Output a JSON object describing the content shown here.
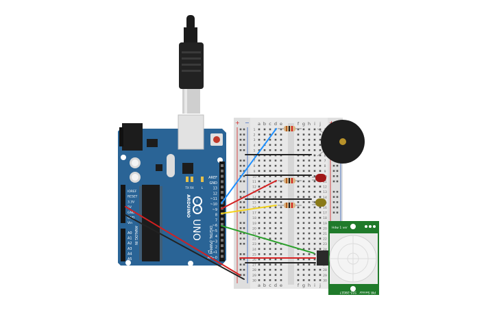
{
  "arduino": {
    "brand": "ARDUINO",
    "model": "UNO",
    "digital_header": "DIGITAL (PWM~)",
    "analog_header": "ANALOG IN",
    "top_pins": [
      "AREF",
      "GND",
      "13",
      "12",
      "~11",
      "~10",
      "~9",
      "8",
      "7",
      "~6",
      "~5",
      "4",
      "~3",
      "2",
      "TX→1",
      "RX←0"
    ],
    "power_pins": [
      "IOREF",
      "RESET",
      "3.3V",
      "5V",
      "GND",
      "GND",
      "Vin"
    ],
    "analog_pins": [
      "A0",
      "A1",
      "A2",
      "A3",
      "A4",
      "A5"
    ],
    "led_labels": [
      "TX",
      "RX",
      "L"
    ]
  },
  "breadboard": {
    "cols_left": [
      "a",
      "b",
      "c",
      "d",
      "e"
    ],
    "cols_right": [
      "f",
      "g",
      "h",
      "i",
      "j"
    ],
    "rows": 30,
    "rail_plus": "+",
    "rail_minus": "−"
  },
  "pir": {
    "label_top": "Hdw 1 ver",
    "label_bottom_1": "PIR Sensor",
    "label_bottom_2": "555-28027"
  },
  "colors": {
    "board": "#2a6496",
    "breadboard": "#e8e8e8",
    "wire_blue": "#1e90ff",
    "wire_red": "#d42020",
    "wire_black": "#222222",
    "wire_yellow": "#f2d21b",
    "wire_green": "#2ca02c",
    "led_red": "#a01818",
    "led_yellow": "#8a7a18",
    "pir_pcb": "#1f7a2a",
    "buzzer": "#1e1e1e"
  },
  "icons": [
    "usb-cable-icon",
    "buzzer-icon",
    "pir-sensor-icon",
    "resistor-icon",
    "led-icon"
  ]
}
